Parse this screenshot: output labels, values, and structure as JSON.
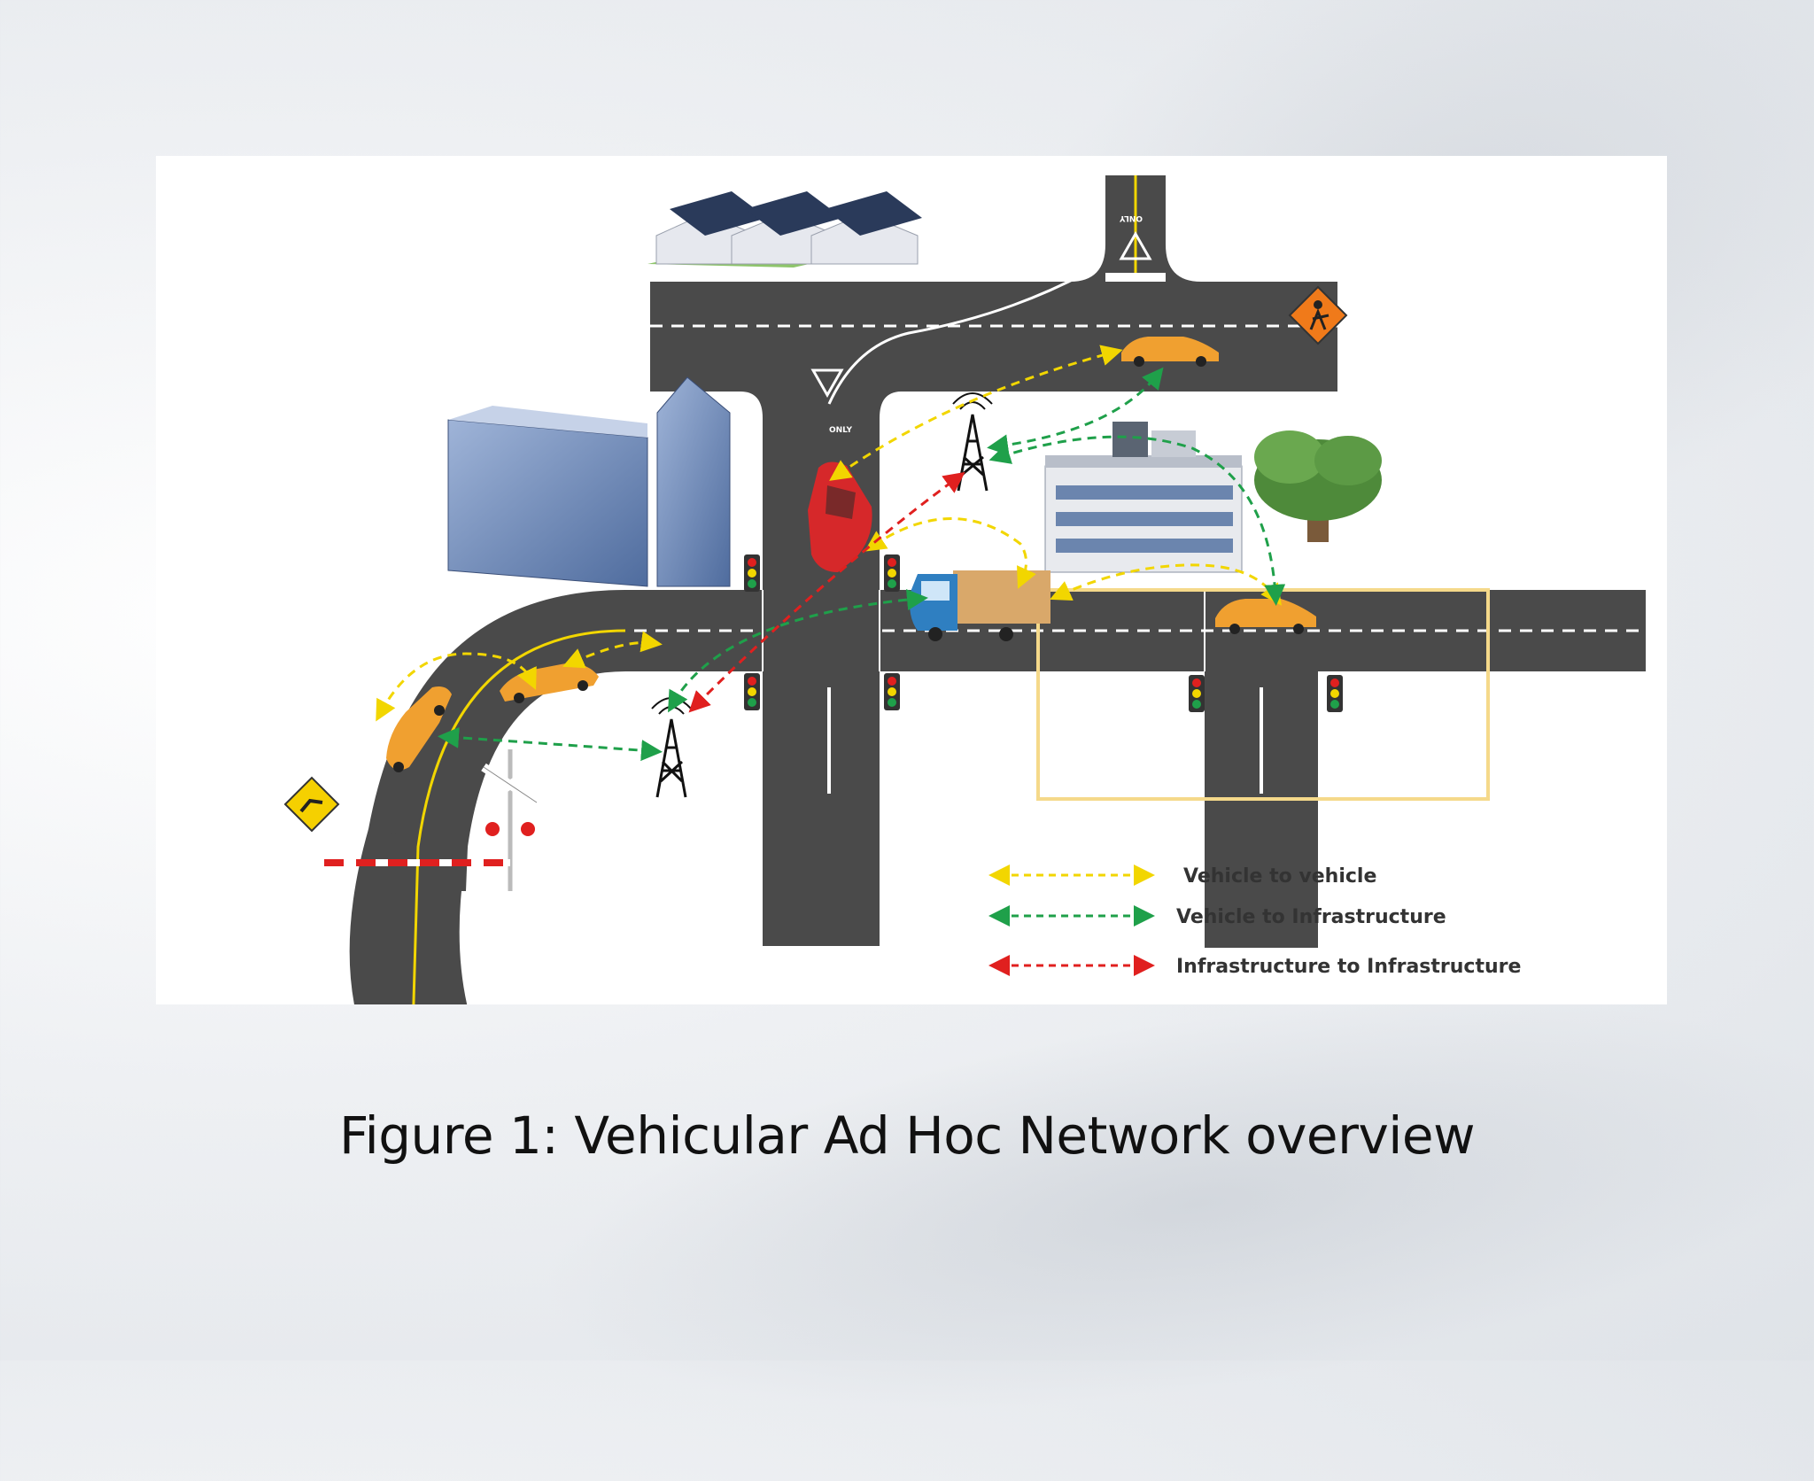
{
  "figure": {
    "caption": "Figure 1: Vehicular Ad Hoc Network overview",
    "road_markings": {
      "only_label": "ONLY"
    },
    "legend": [
      {
        "label": "Vehicle to vehicle",
        "color": "#f2d600"
      },
      {
        "label": "Vehicle to Infrastructure",
        "color": "#1fa04a"
      },
      {
        "label": "Infrastructure to Infrastructure",
        "color": "#e0201f"
      }
    ],
    "colors": {
      "road": "#4a4a4a",
      "v2v": "#f2d600",
      "v2i": "#1fa04a",
      "i2i": "#e0201f",
      "highlight_box": "#f5d98a"
    }
  }
}
